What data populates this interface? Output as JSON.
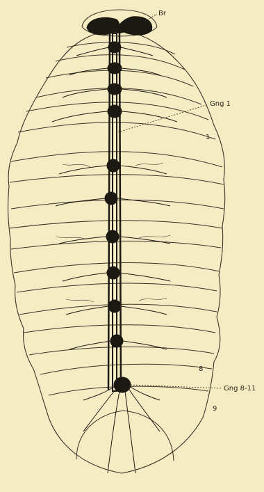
{
  "figure": {
    "background": "#f6ecc4",
    "ink": "#1c1812",
    "labels": {
      "brain": "Br",
      "first_ganglion": "Gng 1",
      "segment_1": "1",
      "segment_8": "8",
      "last_ganglion": "Gng 8-11",
      "segment_9": "9"
    }
  }
}
